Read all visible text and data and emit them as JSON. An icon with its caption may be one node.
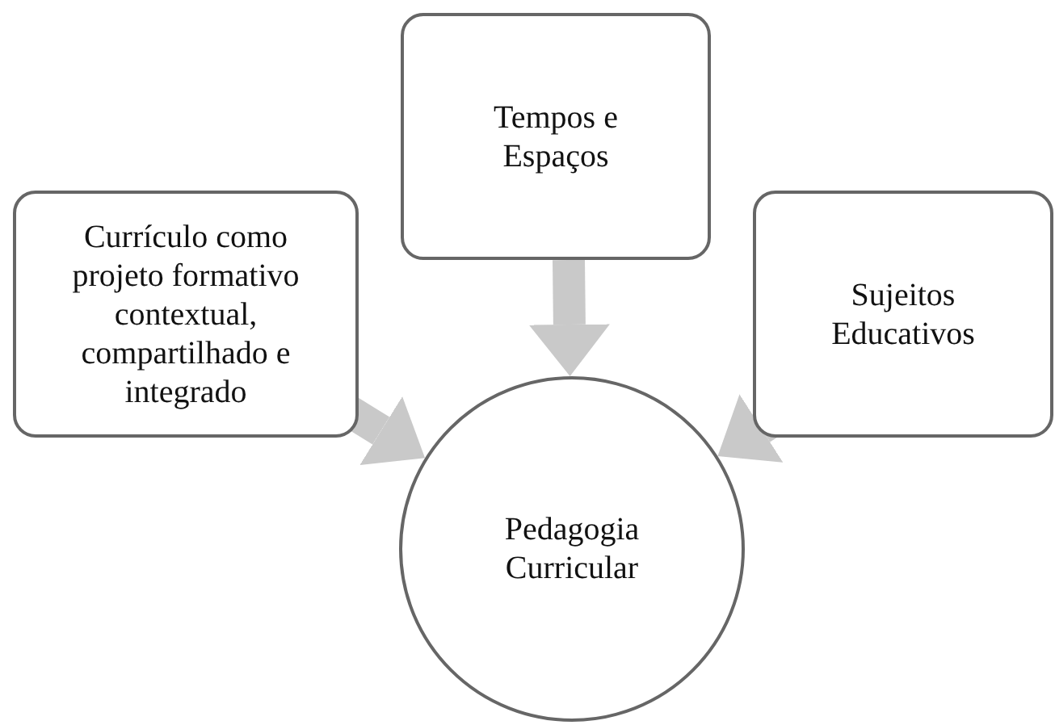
{
  "diagram": {
    "nodes": [
      {
        "text": [
          "Tempos e Espaços"
        ]
      },
      {
        "text": [
          "Currículo como projeto formativo contextual, compartilhado e integrado"
        ]
      },
      {
        "text": [
          "Sujeitos Educativos"
        ]
      },
      {
        "text": [
          "Pedagogia Curricular"
        ]
      }
    ],
    "edges": [
      {
        "from": 1,
        "to": 3,
        "arrow": "to"
      },
      {
        "from": 0,
        "to": 3,
        "arrow": "to"
      },
      {
        "from": 2,
        "to": 3,
        "arrow": "to"
      }
    ]
  }
}
